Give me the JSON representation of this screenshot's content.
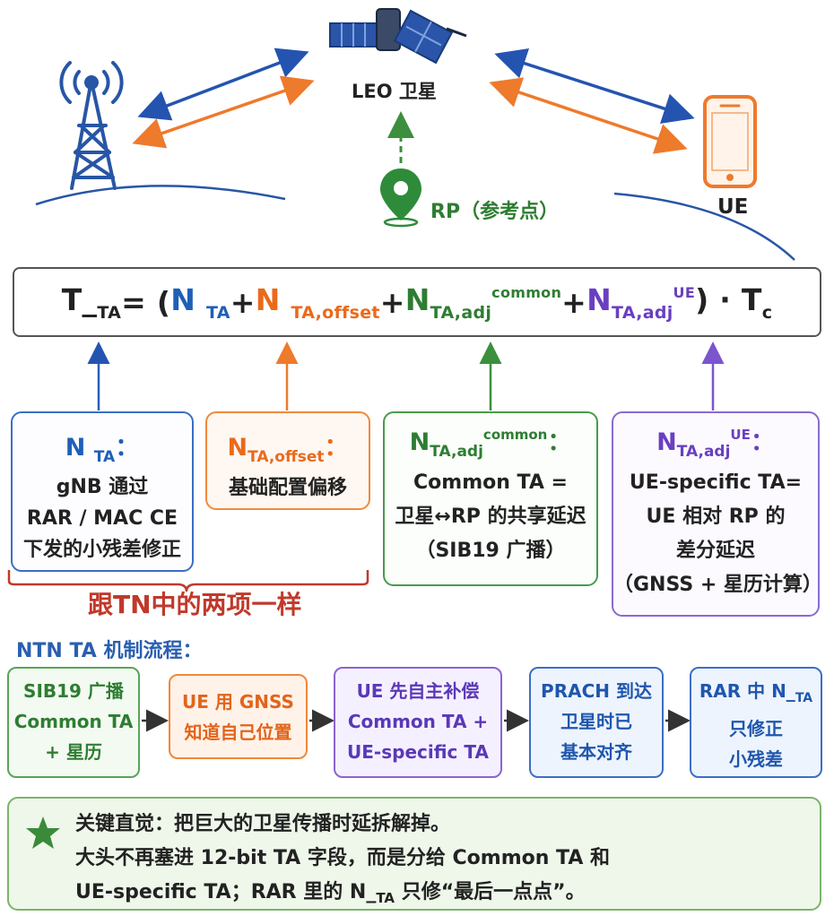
{
  "top": {
    "satellite_label": "LEO 卫星",
    "rp_label": "RP（参考点）",
    "ue_label": "UE"
  },
  "formula": {
    "lhs": "T_",
    "lhs_sub": "TA",
    "eq": " = (",
    "n1": "N ",
    "n1_sub": "TA",
    "plus1": " + ",
    "n2": "N ",
    "n2_sub": "TA,offset",
    "plus2": " + ",
    "n3": "N",
    "n3_sub": "TA,adj",
    "n3_sup": "common",
    "plus3": " + ",
    "n4": "N",
    "n4_sub": "TA,adj",
    "n4_sup": "UE",
    "tail": ") · T",
    "tail_sub": "c"
  },
  "cards": {
    "n_ta": {
      "title": "N ",
      "title_sub": "TA",
      "title_colon": "：",
      "lines": [
        "gNB 通过",
        "RAR / MAC CE",
        "下发的小残差修正"
      ]
    },
    "n_offset": {
      "title": "N",
      "title_sub": "TA,offset",
      "title_colon": "：",
      "lines": [
        "基础配置偏移"
      ]
    },
    "n_common": {
      "title": "N",
      "title_sub": "TA,adj",
      "title_sup": "common",
      "title_colon": "：",
      "lines": [
        "Common TA =",
        "卫星↔RP 的共享延迟",
        "（SIB19 广播）"
      ]
    },
    "n_ue": {
      "title": "N",
      "title_sub": "TA,adj",
      "title_sup": "UE",
      "title_colon": "：",
      "lines": [
        "UE-specific TA=",
        "UE 相对 RP 的",
        "差分延迟",
        "（GNSS + 星历计算）"
      ]
    }
  },
  "bracket_label": "跟TN中的两项一样",
  "flow": {
    "title": "NTN TA 机制流程：",
    "steps": [
      {
        "lines": [
          "SIB19 广播",
          "Common TA",
          "+ 星历"
        ]
      },
      {
        "lines": [
          "UE 用 GNSS",
          "知道自己位置"
        ]
      },
      {
        "lines": [
          "UE 先自主补偿",
          "Common TA +",
          "UE-specific TA"
        ]
      },
      {
        "lines": [
          "PRACH 到达",
          "卫星时已",
          "基本对齐"
        ]
      },
      {
        "line1": "RAR 中 N_",
        "line1_sub": "TA",
        "lines": [
          "只修正",
          "小残差"
        ]
      }
    ]
  },
  "intuition": {
    "line1": "关键直觉：把巨大的卫星传播时延拆解掉。",
    "line2": "大头不再塞进 12-bit TA 字段，而是分给 Common TA 和",
    "line3_a": "UE-specific TA；RAR 里的 N_",
    "line3_sub": "TA",
    "line3_b": " 只修“最后一点点”。"
  },
  "colors": {
    "blue": "#1f5fb8",
    "orange": "#ea6a1c",
    "green": "#2e7d32",
    "purple": "#6a3fc0",
    "red": "#c0392b"
  }
}
